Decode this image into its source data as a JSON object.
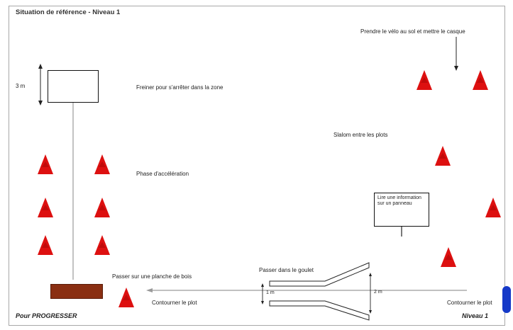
{
  "title": "Situation de référence - Niveau 1",
  "labels": {
    "measure_3m": "3 m",
    "brake": "Freiner pour s'arrêter dans la zone",
    "acceleration": "Phase d'accélération",
    "take_bike": "Prendre le vélo au sol et mettre le casque",
    "slalom": "Slalom entre les plots",
    "info_panel": "Lire une information sur un panneau",
    "plank": "Passer sur une planche de bois",
    "gully": "Passer dans le goulet",
    "measure_1m": "1 m",
    "measure_2m": "2 m",
    "go_around_left": "Contourner le plot",
    "go_around_right": "Contourner le plot"
  },
  "footer": {
    "left": "Pour PROGRESSER",
    "right": "Niveau 1"
  },
  "colors": {
    "cone": "#dd1010",
    "plank": "#8a2f12",
    "bike_marker": "#1539c8",
    "arrow": "#9a9a9a"
  }
}
